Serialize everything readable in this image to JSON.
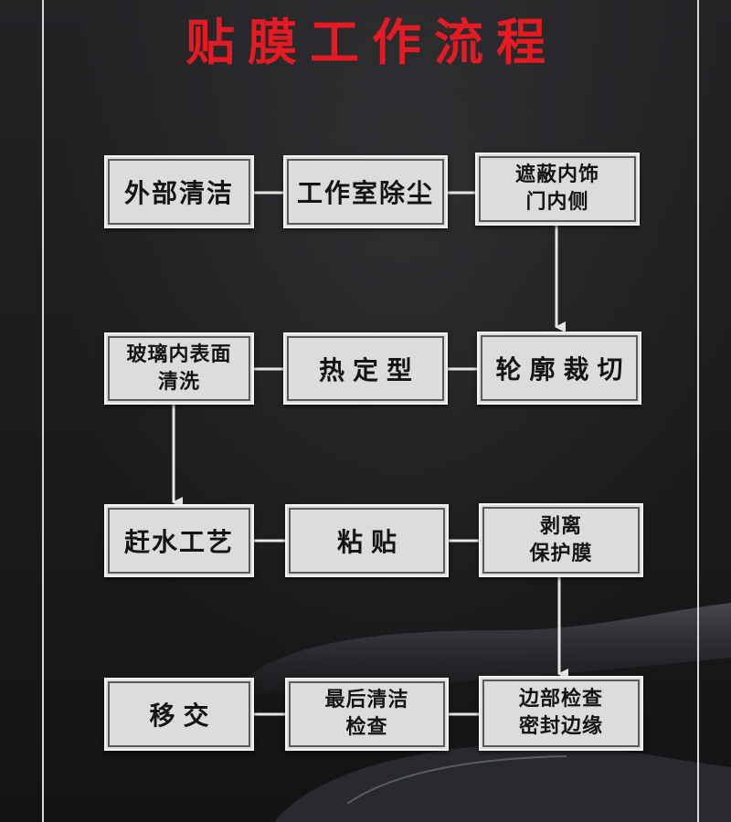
{
  "title": "贴膜工作流程",
  "steps": {
    "s1": "外部清洁",
    "s2": "工作室除尘",
    "s3": "遮蔽内饰\n门内侧",
    "s4": "轮廓裁切",
    "s5": "热定型",
    "s6": "玻璃内表面\n清洗",
    "s7": "赶水工艺",
    "s8": "粘贴",
    "s9": "剥离\n保护膜",
    "s10": "边部检查\n密封边缘",
    "s11": "最后清洁\n检查",
    "s12": "移交"
  },
  "colors": {
    "background": "#1c1c1e",
    "title": "#e51b24",
    "box_fill": "#dcdcdc",
    "connector": "#e6e6e6"
  }
}
